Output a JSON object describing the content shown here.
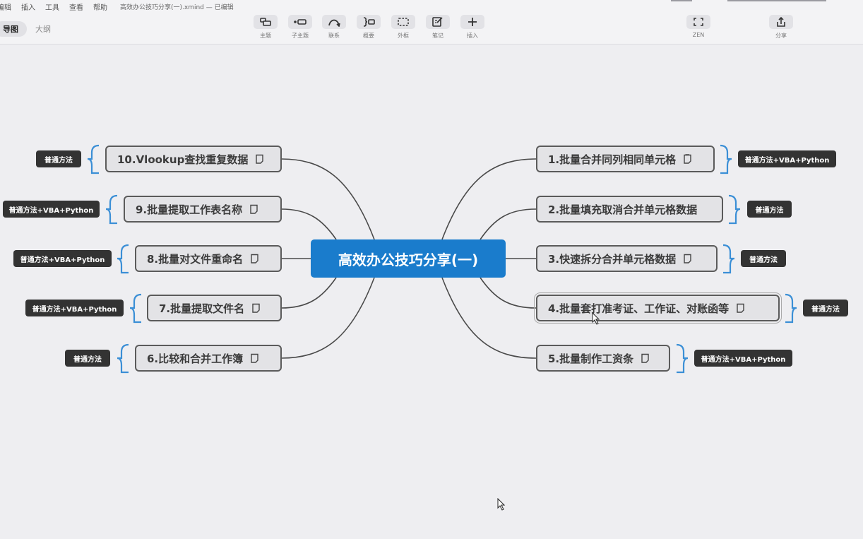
{
  "menu": [
    "编辑",
    "插入",
    "工具",
    "查看",
    "帮助"
  ],
  "document_title": "高效办公技巧分享(一).xmind — 已编辑",
  "view_tabs": [
    "导图",
    "大纲"
  ],
  "toolbar": {
    "topic": "主题",
    "subtopic": "子主题",
    "relationship": "联系",
    "summary": "概要",
    "boundary": "外框",
    "note": "笔记",
    "insert": "插入",
    "zen": "ZEN",
    "share": "分享"
  },
  "icons": {
    "topic": "topic-icon",
    "subtopic": "subtopic-icon",
    "relationship": "relationship-icon",
    "summary": "summary-icon",
    "boundary": "boundary-icon",
    "note": "note-edit-icon",
    "insert": "plus-icon",
    "zen": "fullscreen-icon",
    "share": "share-icon",
    "topic_note": "note-page-icon"
  },
  "central_topic": "高效办公技巧分享(一)",
  "branches": {
    "r1": {
      "label": "1.批量合并同列相同单元格",
      "tag": "普通方法+VBA+Python"
    },
    "r2": {
      "label": "2.批量填充取消合并单元格数据",
      "tag": "普通方法"
    },
    "r3": {
      "label": "3.快速拆分合并单元格数据",
      "tag": "普通方法"
    },
    "r4": {
      "label": "4.批量套打准考证、工作证、对账函等",
      "tag": "普通方法"
    },
    "r5": {
      "label": "5.批量制作工资条",
      "tag": "普通方法+VBA+Python"
    },
    "l6": {
      "label": "6.比较和合并工作簿",
      "tag": "普通方法"
    },
    "l7": {
      "label": "7.批量提取文件名",
      "tag": "普通方法+VBA+Python"
    },
    "l8": {
      "label": "8.批量对文件重命名",
      "tag": "普通方法+VBA+Python"
    },
    "l9": {
      "label": "9.批量提取工作表名称",
      "tag": "普通方法+VBA+Python"
    },
    "l10": {
      "label": "10.Vlookup查找重复数据",
      "tag": "普通方法"
    }
  },
  "colors": {
    "central_fill": "#1a7ccc",
    "topic_fill": "#e3e3e6",
    "topic_border": "#5b5b5b",
    "tag_fill": "#333333",
    "bracket": "#3b8fd6",
    "connector": "#4a4a4a",
    "canvas": "#eeeef1"
  }
}
